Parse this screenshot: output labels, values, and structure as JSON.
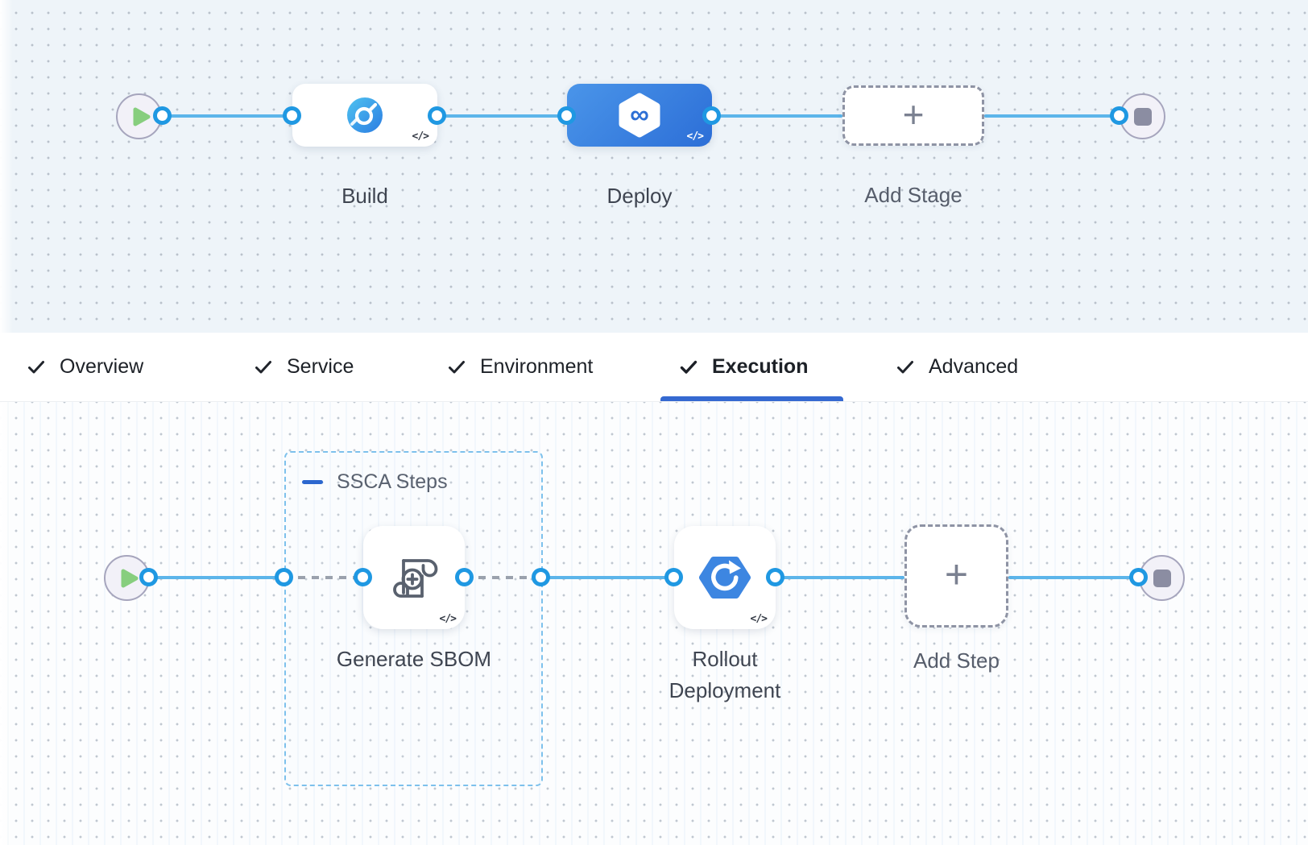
{
  "canvas_top": {
    "stages": {
      "build": "Build",
      "deploy": "Deploy",
      "add_stage": "Add Stage"
    }
  },
  "tabs": {
    "overview": "Overview",
    "service": "Service",
    "environment": "Environment",
    "execution": "Execution",
    "advanced": "Advanced",
    "active_tab": "Execution"
  },
  "canvas_bottom": {
    "group_label": "SSCA Steps",
    "steps": {
      "generate_sbom": "Generate SBOM",
      "rollout_deployment": "Rollout Deployment",
      "add_step": "Add Step"
    }
  },
  "glyphs": {
    "code": "</>",
    "plus": "+",
    "infinity": "∞"
  },
  "colors": {
    "selected_stage_blue": "#3a80e0",
    "connector_line_blue": "#5cb5ea",
    "port_ring_blue": "#1f98e2",
    "active_tab_underline": "#3569d1",
    "group_border_blue": "#7dc1ec",
    "start_node_green": "#87ce7e",
    "dashed_connector_gray": "#9aa1ad"
  }
}
